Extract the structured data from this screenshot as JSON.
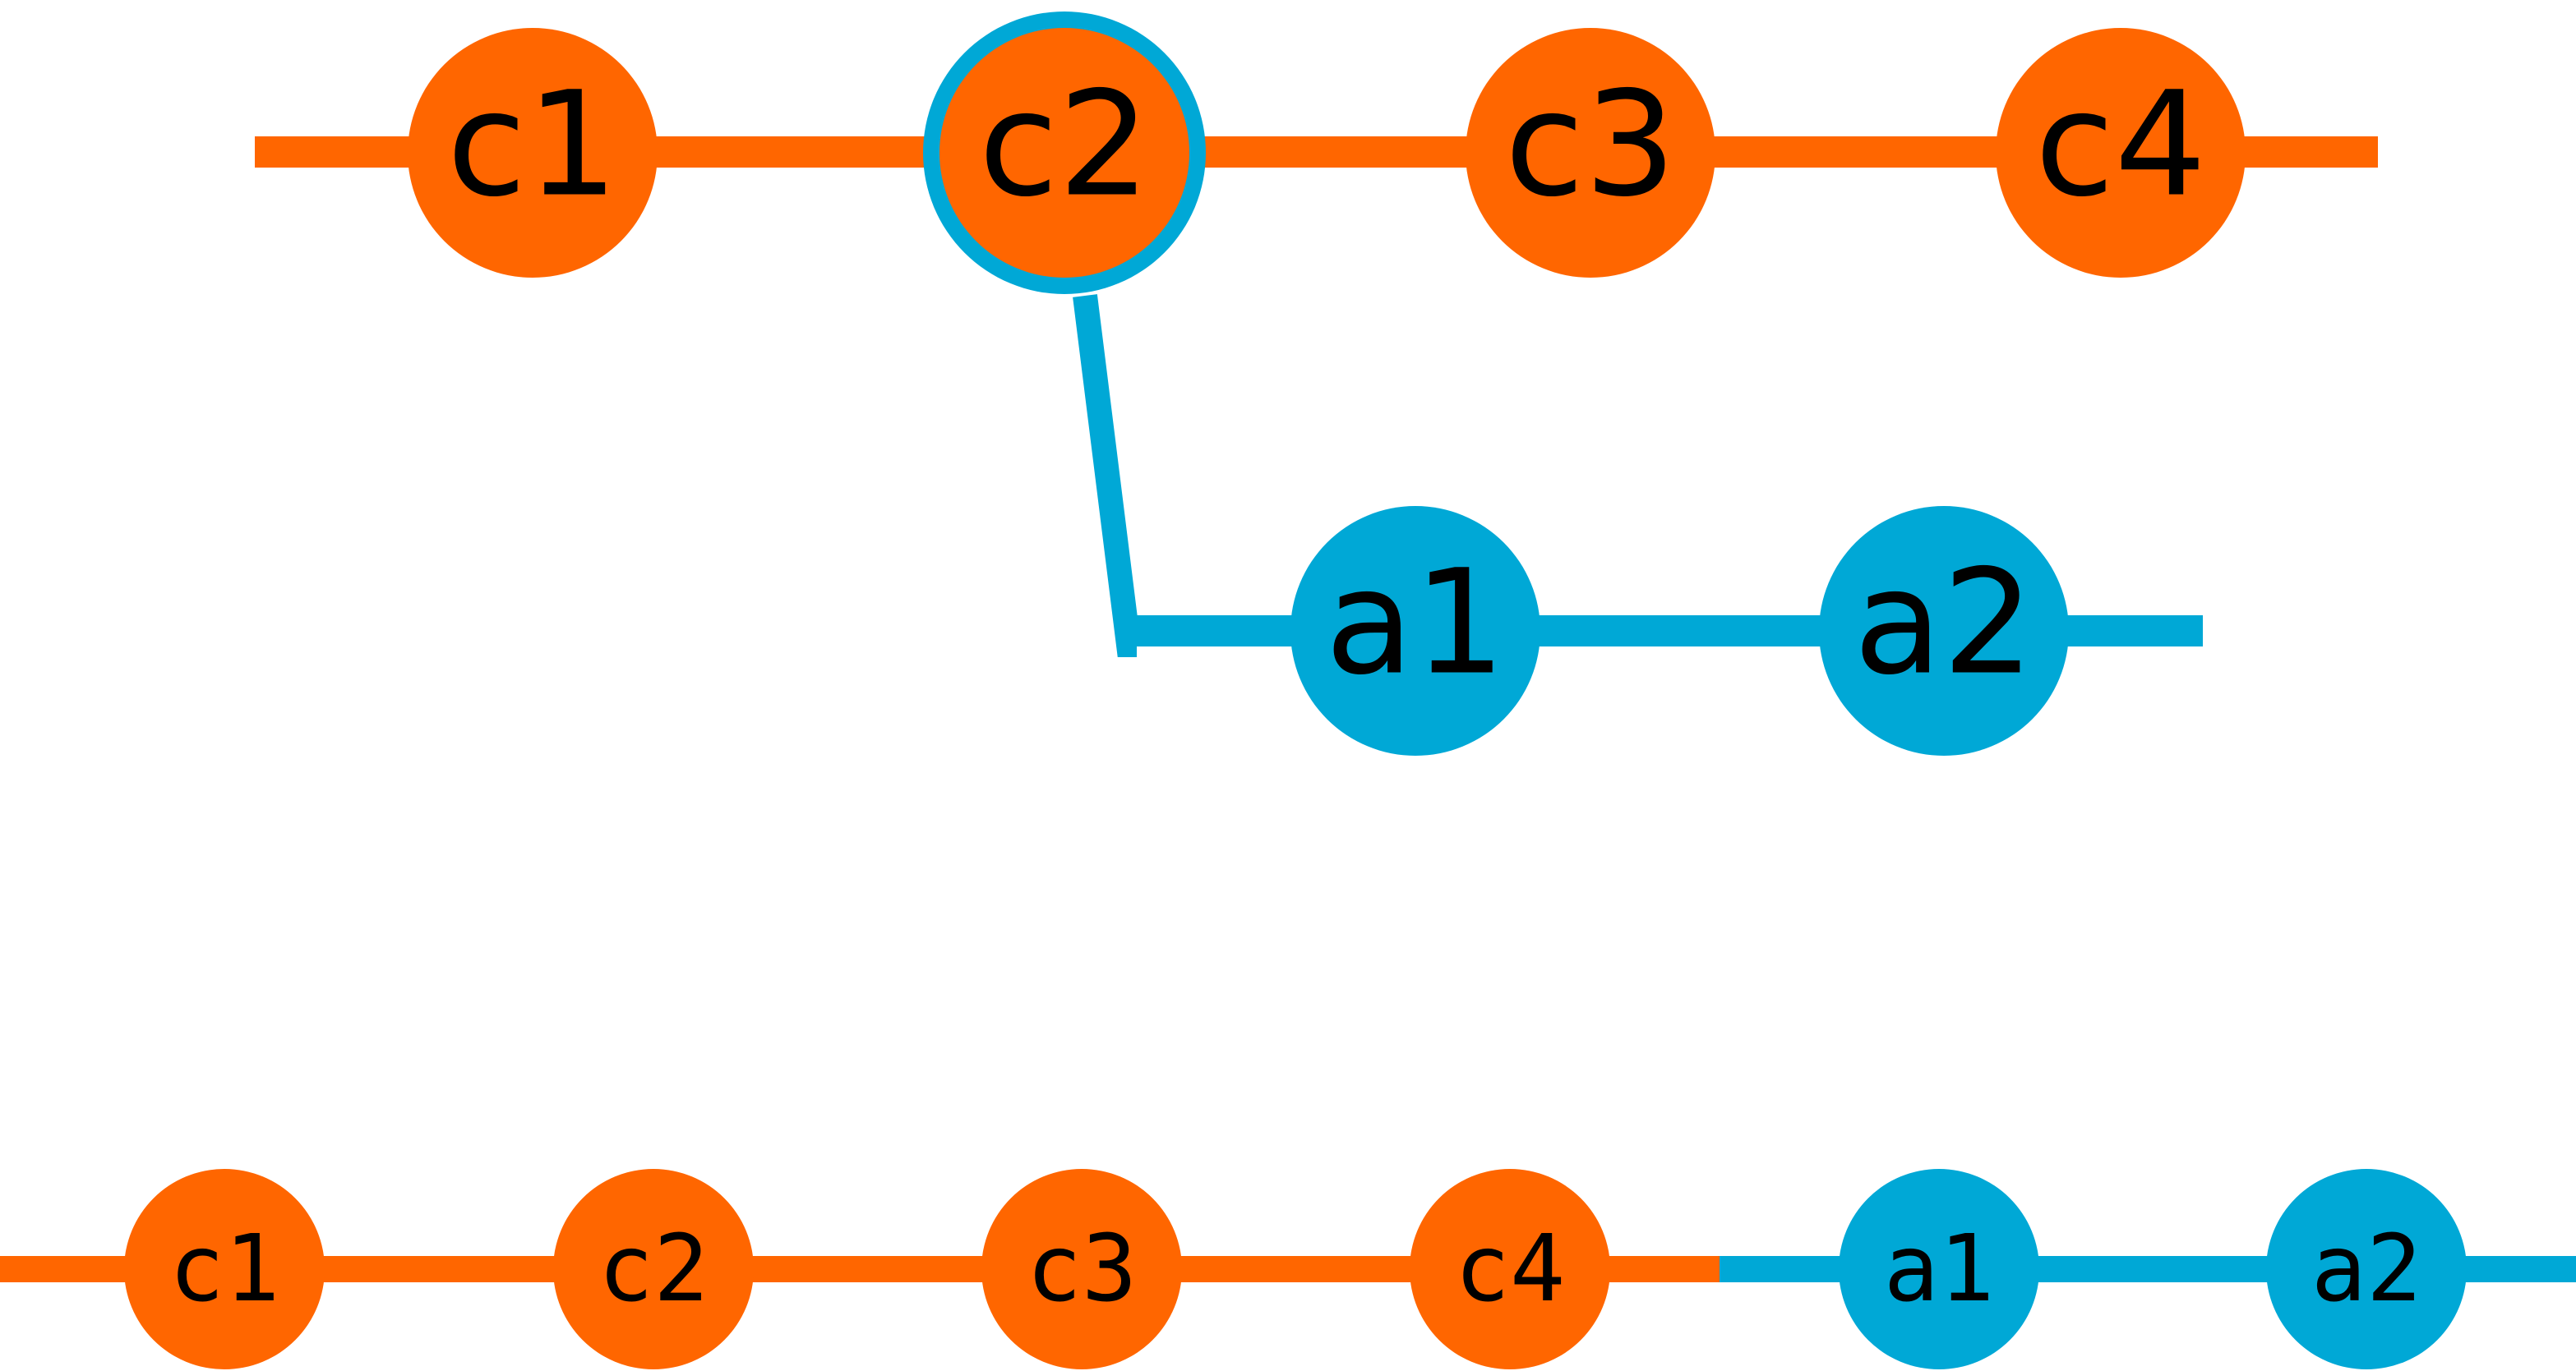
{
  "colors": {
    "main": "#FF6600",
    "branch": "#00A8D6",
    "text": "#000000",
    "background": "#FFFFFF"
  },
  "top": {
    "main_commits": [
      "c1",
      "c2",
      "c3",
      "c4"
    ],
    "branch_commits": [
      "a1",
      "a2"
    ],
    "branch_point": "c2"
  },
  "bottom": {
    "commits": [
      "c1",
      "c2",
      "c3",
      "c4",
      "a1",
      "a2"
    ]
  }
}
